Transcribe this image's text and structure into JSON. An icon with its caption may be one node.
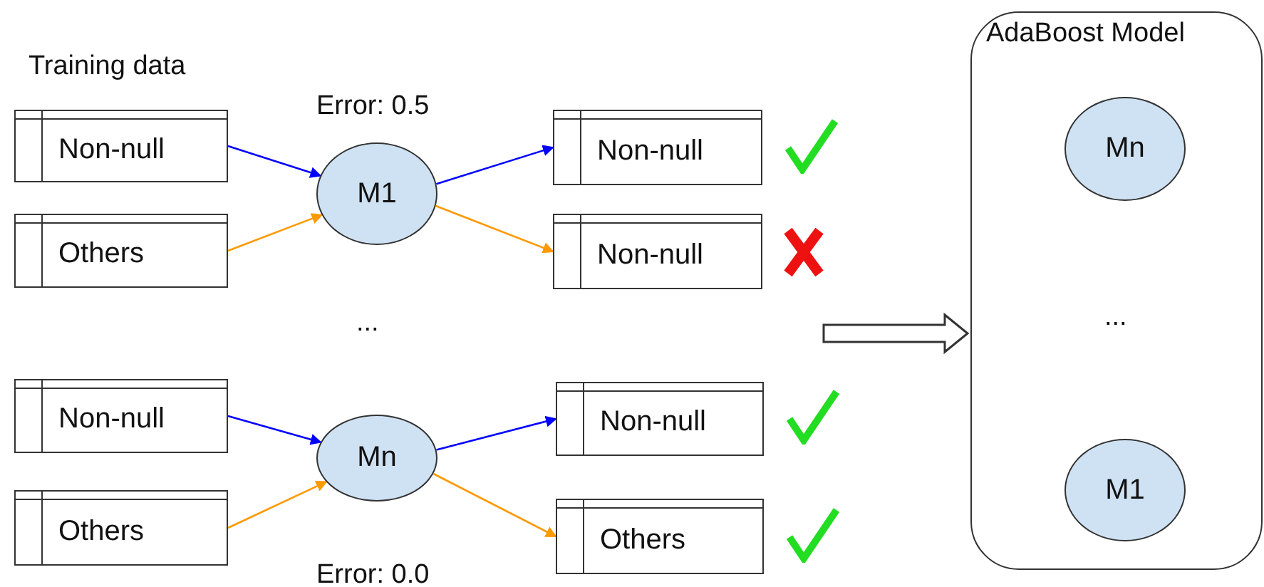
{
  "diagram": {
    "nodes": [
      {
        "text": [
          "Non-null"
        ]
      },
      {
        "text": [
          "Others"
        ]
      },
      {
        "text": [
          "M1"
        ],
        "beside": [
          "Error: 0.5"
        ]
      },
      {
        "text": [
          "Non-null"
        ]
      },
      {
        "text": [
          "Non-null"
        ]
      },
      {
        "text": [
          "Non-null"
        ]
      },
      {
        "text": [
          "Others"
        ]
      },
      {
        "text": [
          "Mn"
        ],
        "beside": [
          "Error: 0.0"
        ]
      },
      {
        "text": [
          "Non-null"
        ]
      },
      {
        "text": [
          "Others"
        ]
      },
      {
        "text": [
          "AdaBoost Model"
        ]
      },
      {
        "text": [
          "Mn"
        ],
        "in": 10
      },
      {
        "text": [
          "M1"
        ],
        "in": 10
      }
    ],
    "edges": [
      {
        "from": 0,
        "to": 2,
        "arrow": "to",
        "color": "#0000ff"
      },
      {
        "from": 1,
        "to": 2,
        "arrow": "to",
        "color": "#ff9900"
      },
      {
        "from": 2,
        "to": 3,
        "arrow": "to",
        "color": "#0000ff"
      },
      {
        "from": 2,
        "to": 4,
        "arrow": "to",
        "color": "#ff9900"
      },
      {
        "from": 5,
        "to": 7,
        "arrow": "to",
        "color": "#0000ff"
      },
      {
        "from": 6,
        "to": 7,
        "arrow": "to",
        "color": "#ff9900"
      },
      {
        "from": 7,
        "to": 8,
        "arrow": "to",
        "color": "#0000ff"
      },
      {
        "from": 7,
        "to": 9,
        "arrow": "to",
        "color": "#ff9900"
      },
      {
        "from": null,
        "to": 10,
        "arrow": "to",
        "style": "thick"
      }
    ],
    "labels": [
      "Training data",
      "...",
      "..."
    ]
  }
}
